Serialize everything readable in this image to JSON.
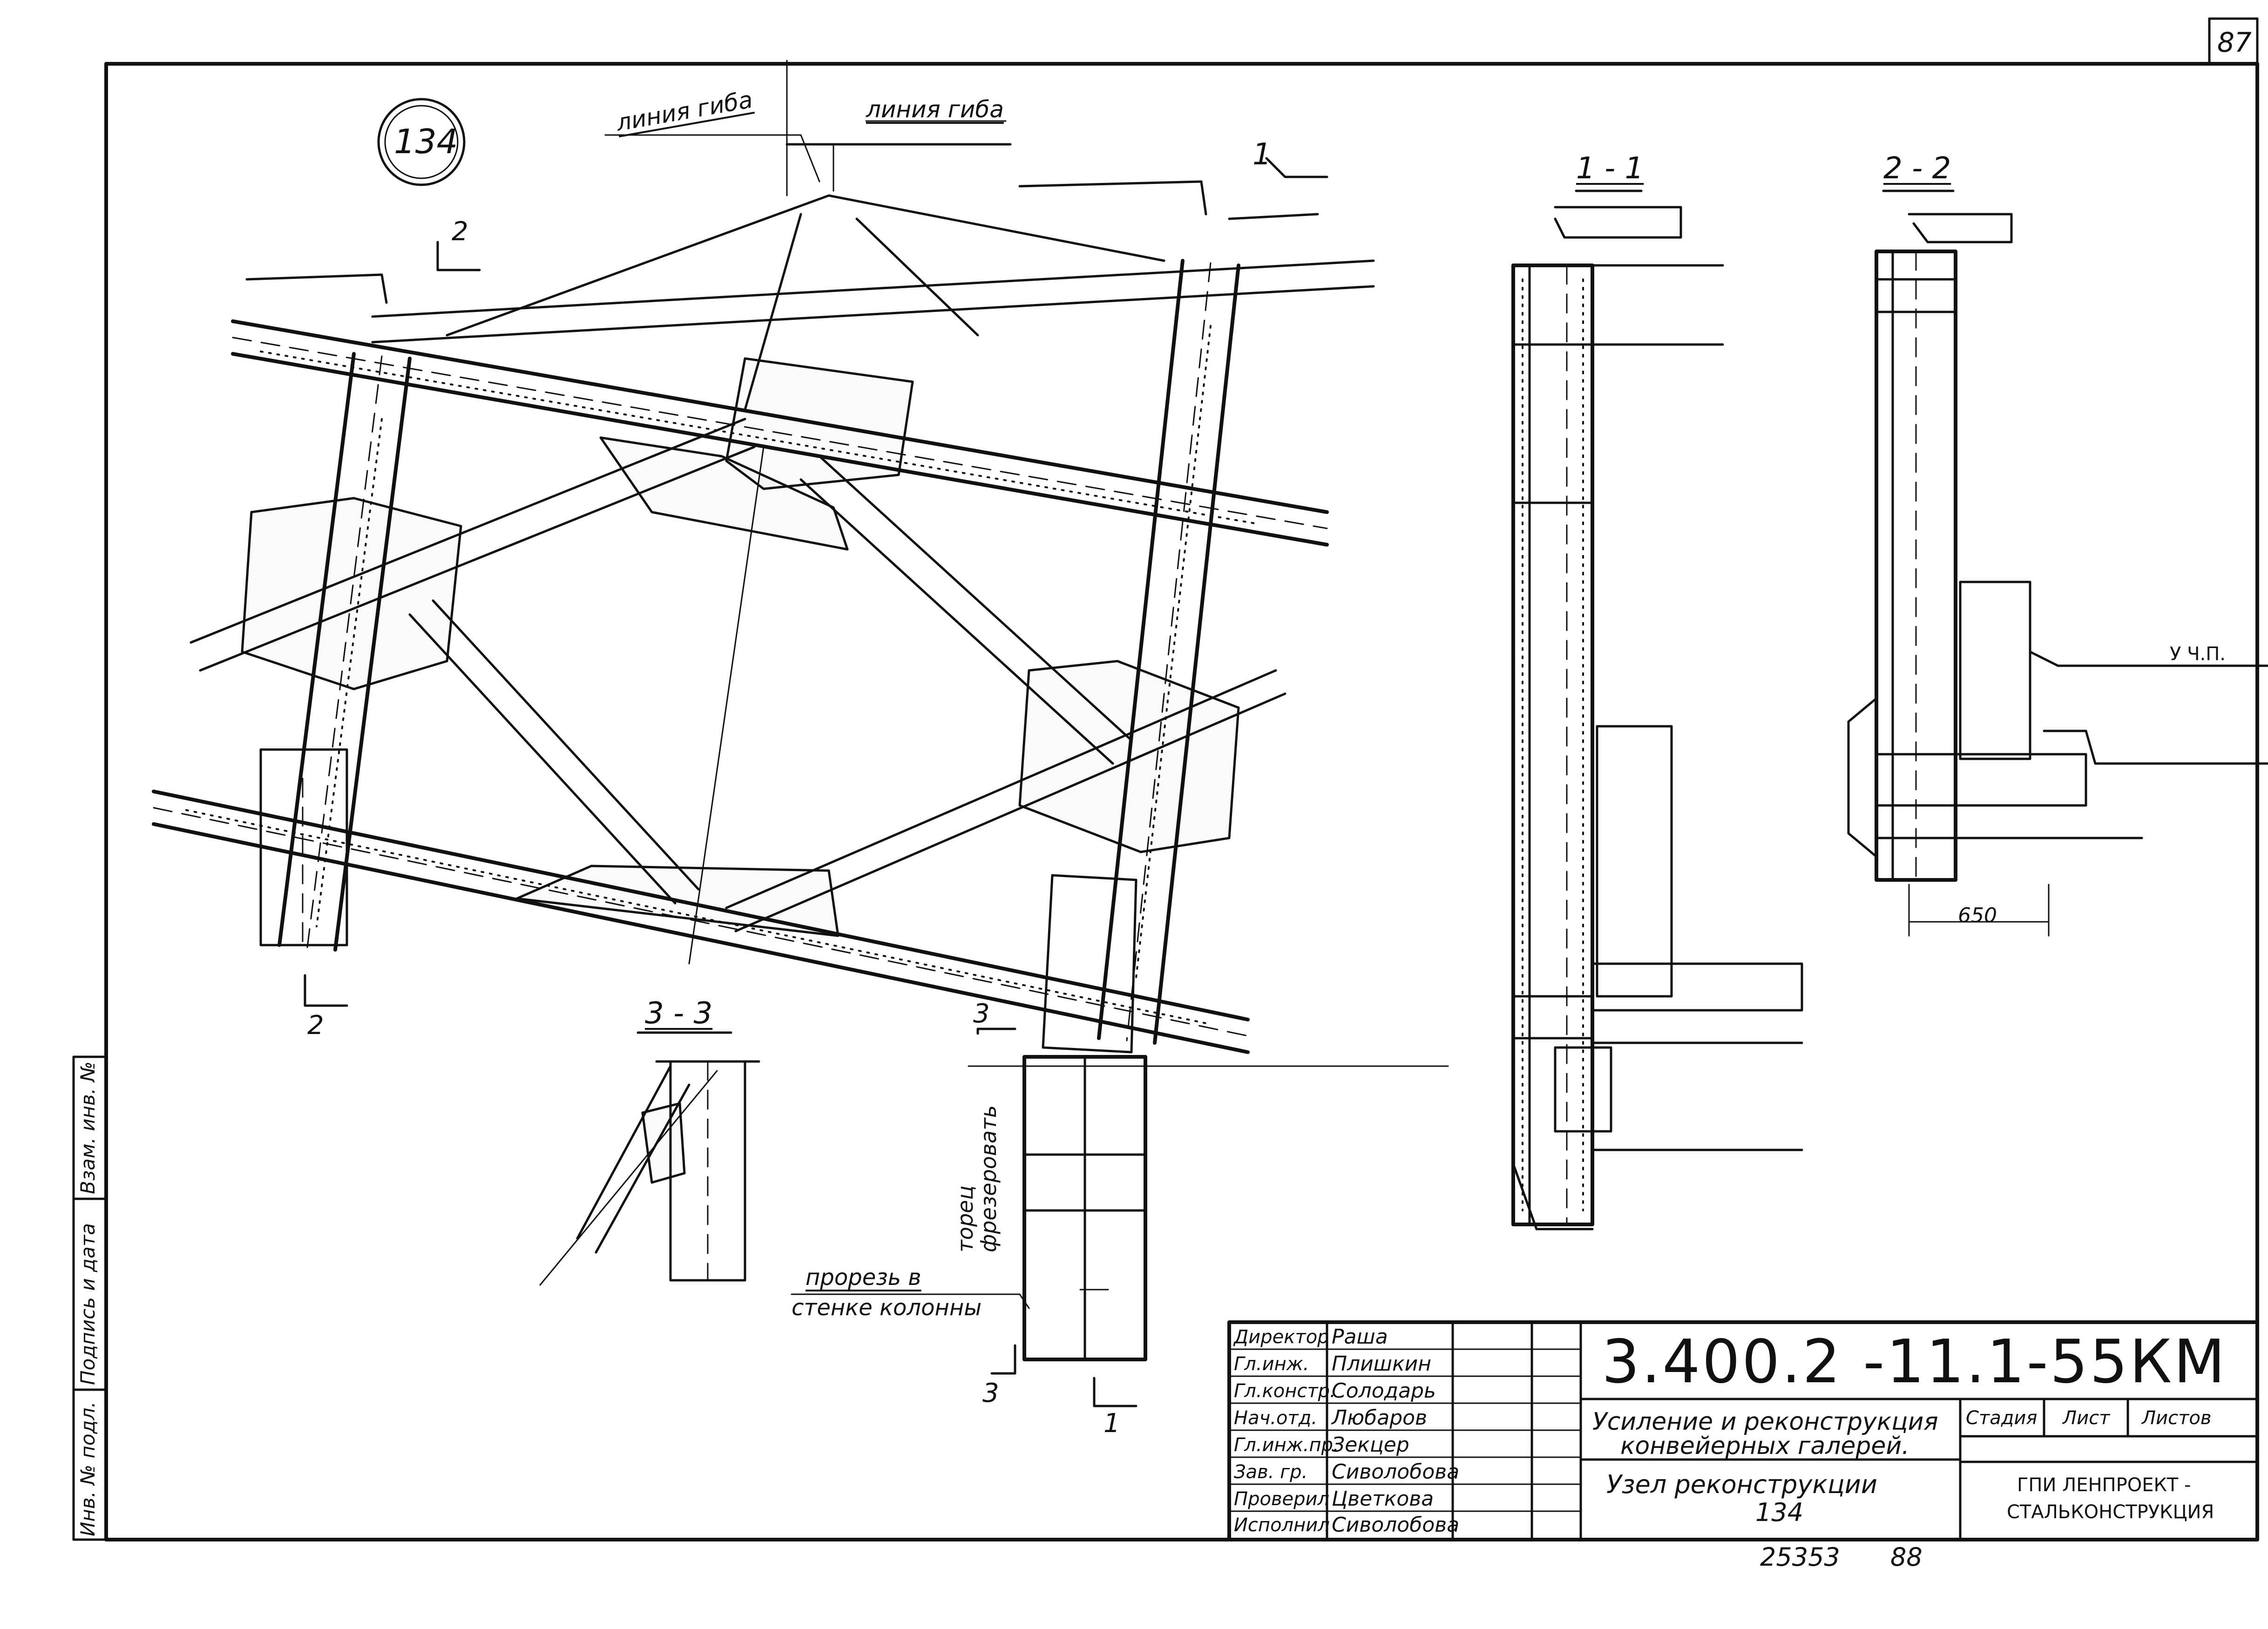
{
  "sheet": {
    "sheet_number": "87",
    "node_mark": "134",
    "bottom_number": "25353",
    "bottom_page": "88"
  },
  "labels": {
    "bend_line_left": "линия гиба",
    "bend_line_right": "линия гиба",
    "section_mark_1": "1",
    "section_mark_2": "2",
    "section_mark_3": "3",
    "section_1_1": "1 - 1",
    "section_2_2": "2 - 2",
    "section_3_3": "3 - 3",
    "dimension_650": "650",
    "clean_floor": "У Ч.П.",
    "mill_end_line1": "торец",
    "mill_end_line2": "фрезеровать",
    "slot_line1": "прорезь в",
    "slot_line2": "стенке колонны"
  },
  "left_stamp": {
    "inv_original": "Инв. № подл.",
    "sign_date": "Подпись и дата",
    "replace_inv": "Взам. инв. №"
  },
  "title_block": {
    "code": "3.400.2 -11.1-55КМ",
    "title_line1": "Усиление и реконструкция",
    "title_line2": "конвейерных галерей.",
    "subtitle_line1": "Узел   реконструкции",
    "subtitle_line2": "134",
    "col_stage": "Стадия",
    "col_sheet": "Лист",
    "col_sheets": "Листов",
    "org_line1": "ГПИ ЛЕНПРОЕКТ -",
    "org_line2": "СТАЛЬКОНСТРУКЦИЯ",
    "staff": [
      {
        "role": "Директор",
        "name": "Раша"
      },
      {
        "role": "Гл.инж.",
        "name": "Плишкин"
      },
      {
        "role": "Гл.констр.",
        "name": "Солодарь"
      },
      {
        "role": "Нач.отд.",
        "name": "Любаров"
      },
      {
        "role": "Гл.инж.пр.",
        "name": "Зекцер"
      },
      {
        "role": "Зав. гр.",
        "name": "Сиволобова"
      },
      {
        "role": "Проверил",
        "name": "Цветкова"
      },
      {
        "role": "Исполнил",
        "name": "Сиволобова"
      }
    ]
  }
}
